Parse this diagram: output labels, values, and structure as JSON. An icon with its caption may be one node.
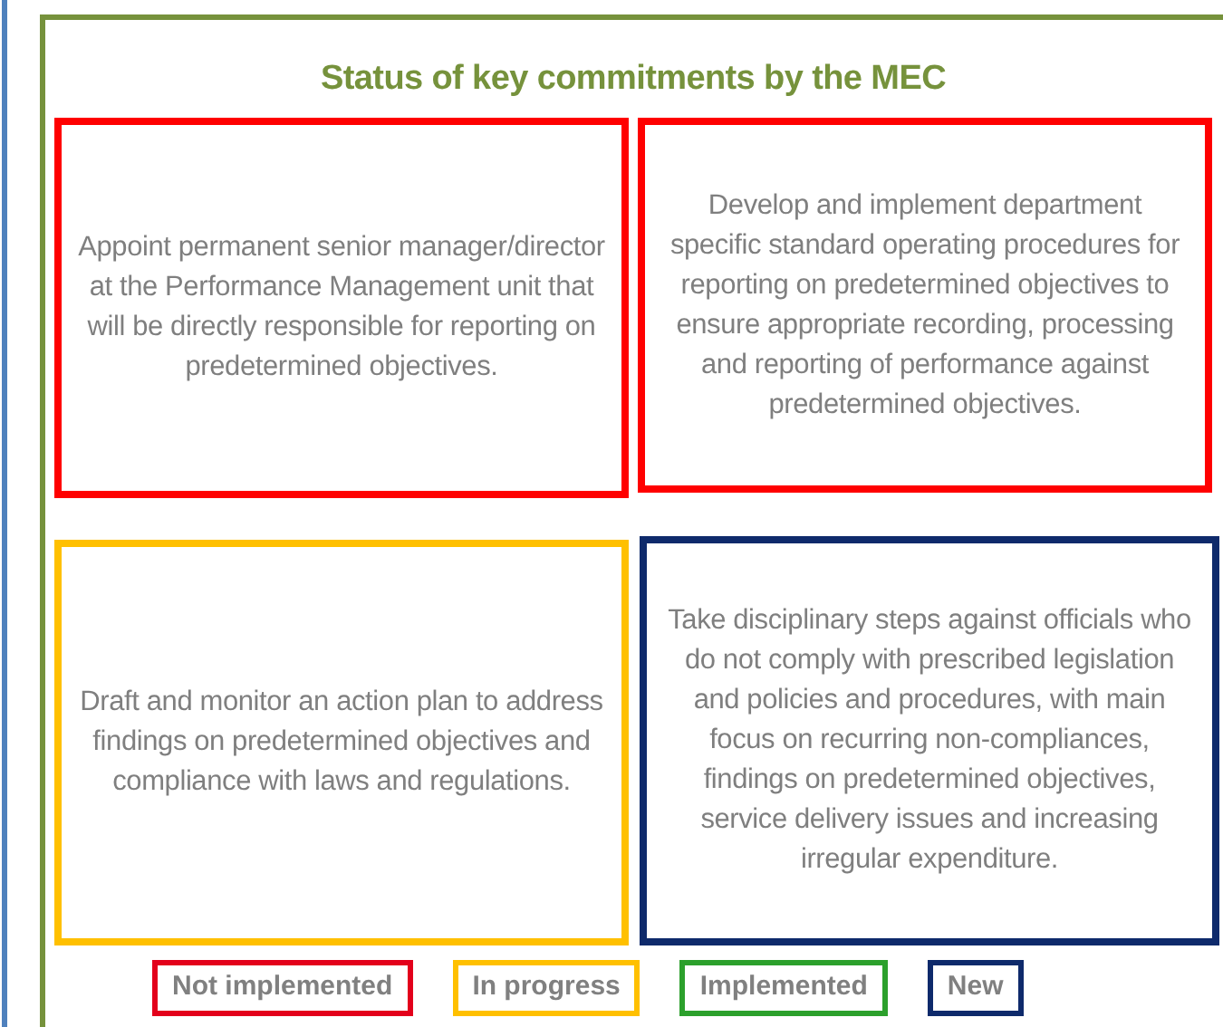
{
  "diagram": {
    "title": "Status of key commitments by the MEC",
    "nodes": [
      {
        "text": [
          "Appoint permanent senior manager/director at the Performance Management unit that will be directly responsible for reporting on predetermined objectives."
        ]
      },
      {
        "text": [
          "Develop and implement department specific standard operating procedures for reporting on predetermined objectives to ensure appropriate recording, processing and reporting of performance against predetermined objectives."
        ]
      },
      {
        "text": [
          "Draft and monitor an action plan to address findings on predetermined objectives and compliance with laws and regulations."
        ]
      },
      {
        "text": [
          "Take disciplinary steps against officials who do not comply with prescribed legislation and policies and procedures, with main focus on recurring non-compliances, findings on predetermined objectives, service delivery issues and increasing irregular expenditure."
        ]
      }
    ],
    "legend": [
      {
        "text": "Not implemented",
        "color": "#e3001b"
      },
      {
        "text": "In progress",
        "color": "#ffc000"
      },
      {
        "text": "Implemented",
        "color": "#2ca02c"
      },
      {
        "text": "New",
        "color": "#0e2a6b"
      }
    ]
  }
}
